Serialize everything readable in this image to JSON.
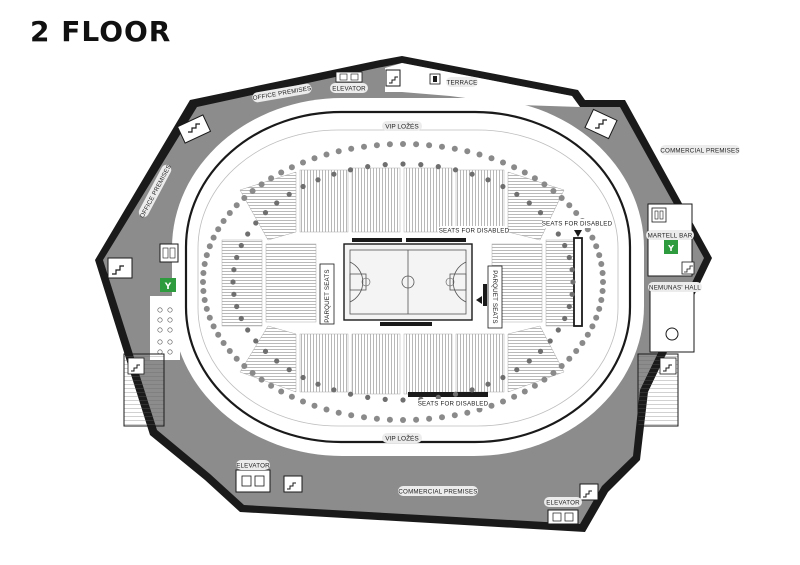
{
  "title": "2 FLOOR",
  "labels": {
    "office_premises_top": "OFFICE PREMISES",
    "elevator_top": "ELEVATOR",
    "terrace": "TERRACE",
    "office_premises_left": "OFFICE PREMISES",
    "vip_top": "VIP LOŽĖS",
    "vip_bottom": "VIP LOŽĖS",
    "commercial_right": "COMMERCIAL PREMISES",
    "commercial_bottom": "COMMERCIAL PREMISES",
    "martell_bar": "MARTELL BAR",
    "nemunas_hall": "NEMUNAS' HALL",
    "seats_disabled_top": "SEATS FOR DISABLED",
    "seats_disabled_right": "SEATS FOR DISABLED",
    "seats_disabled_bottom": "SEATS FOR DISABLED",
    "parquet_left": "PARQUET SEATS",
    "parquet_right": "PARQUET SEATS",
    "elevator_bottom_left": "ELEVATOR",
    "elevator_bottom_right": "ELEVATOR"
  },
  "icons": {
    "bar": "cocktail-icon",
    "stairs": "stairs-icon",
    "elevator": "elevator-icon",
    "toilet": "restroom-icon"
  },
  "colors": {
    "concourse": "#8c8c8c",
    "outline": "#1a1a1a",
    "bar_green": "#2e9b3e",
    "court": "#f4f4f4"
  }
}
